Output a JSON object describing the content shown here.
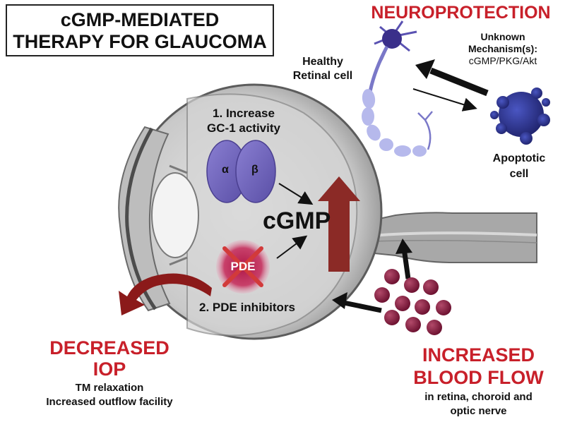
{
  "title": {
    "line1": "cGMP-MEDIATED",
    "line2": "THERAPY FOR GLAUCOMA"
  },
  "neuro": {
    "heading": "NEUROPROTECTION",
    "mech_line1": "Unknown",
    "mech_line2": "Mechanism(s):",
    "mech_line3": "cGMP/PKG/Akt",
    "healthy_line1": "Healthy",
    "healthy_line2": "Retinal cell",
    "apoptotic_line1": "Apoptotic",
    "apoptotic_line2": "cell"
  },
  "eye": {
    "step1_line1": "1. Increase",
    "step1_line2": "GC-1 activity",
    "alpha": "α",
    "beta": "β",
    "cgmp": "cGMP",
    "pde": "PDE",
    "step2": "2. PDE inhibitors"
  },
  "iop": {
    "line1": "DECREASED",
    "line2": "IOP",
    "sub1": "TM relaxation",
    "sub2": "Increased outflow facility"
  },
  "blood": {
    "line1": "INCREASED",
    "line2": "BLOOD FLOW",
    "sub1": "in retina, choroid and",
    "sub2": "optic nerve"
  },
  "colors": {
    "red_text": "#c8202a",
    "cgmp_arrow": "#8b2a26",
    "blood_cell": "#7a1838",
    "neuron": "#7a78c8",
    "eye_gray": "#9a9a9a"
  }
}
